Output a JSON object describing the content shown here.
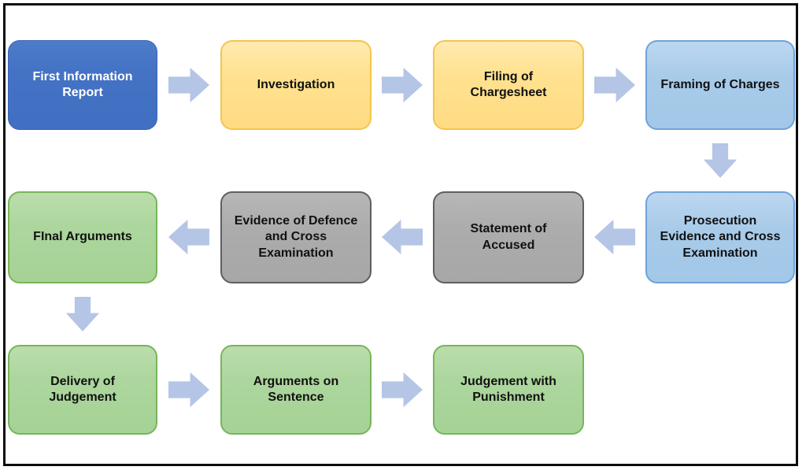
{
  "diagram": {
    "type": "flowchart",
    "nodes": [
      {
        "id": "first-information-report",
        "label": "First Information Report",
        "scheme": "blue"
      },
      {
        "id": "investigation",
        "label": "Investigation",
        "scheme": "yellow"
      },
      {
        "id": "filing-of-chargesheet",
        "label": "Filing of Chargesheet",
        "scheme": "yellow"
      },
      {
        "id": "framing-of-charges",
        "label": "Framing of Charges",
        "scheme": "lightblue"
      },
      {
        "id": "prosecution-evidence",
        "label": "Prosecution Evidence and Cross Examination",
        "scheme": "lightblue"
      },
      {
        "id": "statement-of-accused",
        "label": "Statement of Accused",
        "scheme": "gray"
      },
      {
        "id": "evidence-of-defence",
        "label": "Evidence of Defence and Cross Examination",
        "scheme": "gray"
      },
      {
        "id": "final-arguments",
        "label": "FInal Arguments",
        "scheme": "green"
      },
      {
        "id": "delivery-of-judgement",
        "label": "Delivery of Judgement",
        "scheme": "green"
      },
      {
        "id": "arguments-on-sentence",
        "label": "Arguments on Sentence",
        "scheme": "green"
      },
      {
        "id": "judgement-with-punishment",
        "label": "Judgement with Punishment",
        "scheme": "green"
      }
    ],
    "colors": {
      "blue_fill": "#4472C4",
      "blue_border": "#3865B0",
      "blue_text": "#FFFFFF",
      "yellow_fill": "#FFE18F",
      "yellow_border": "#F3C54B",
      "lightblue_fill": "#A8CBE9",
      "lightblue_border": "#6FA3D8",
      "gray_fill": "#ACACAC",
      "gray_border": "#5F5F5F",
      "green_fill": "#ACD69D",
      "green_border": "#77B55A",
      "arrow": "#B4C5E6",
      "text": "#111111",
      "frame_border": "#0D0D0D",
      "background": "#FFFFFF"
    }
  }
}
